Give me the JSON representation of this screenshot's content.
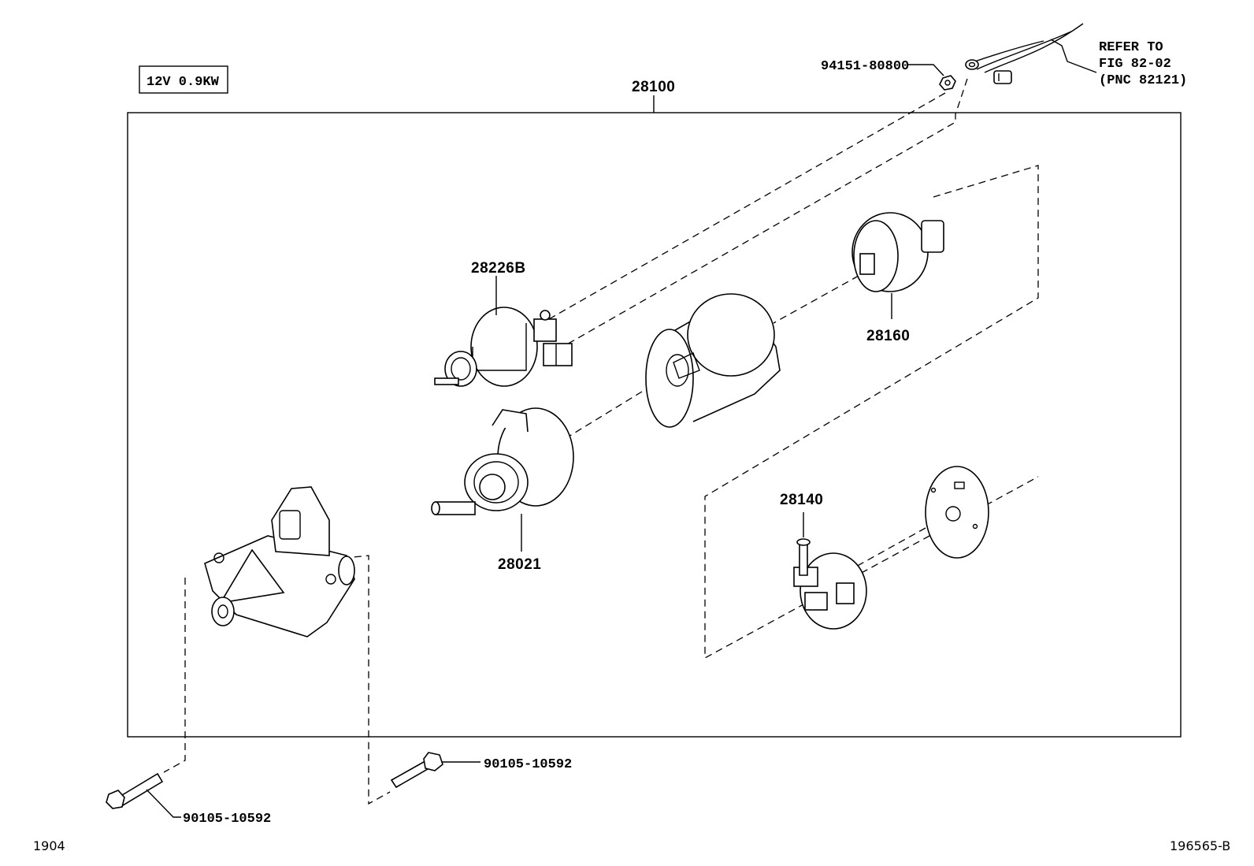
{
  "spec_label": "12V 0.9KW",
  "assembly_number": "28100",
  "parts": {
    "solenoid": "28226B",
    "drive_housing": "28021",
    "yoke_armature": "28160",
    "brush_holder": "28140",
    "nut": "94151-80800",
    "bolt_upper": "90105-10592",
    "bolt_lower": "90105-10592"
  },
  "reference": {
    "line1": "REFER TO",
    "line2": "FIG 82-02",
    "line3": "(PNC 82121)"
  },
  "corner_left": "1904",
  "corner_right": "196565-B"
}
